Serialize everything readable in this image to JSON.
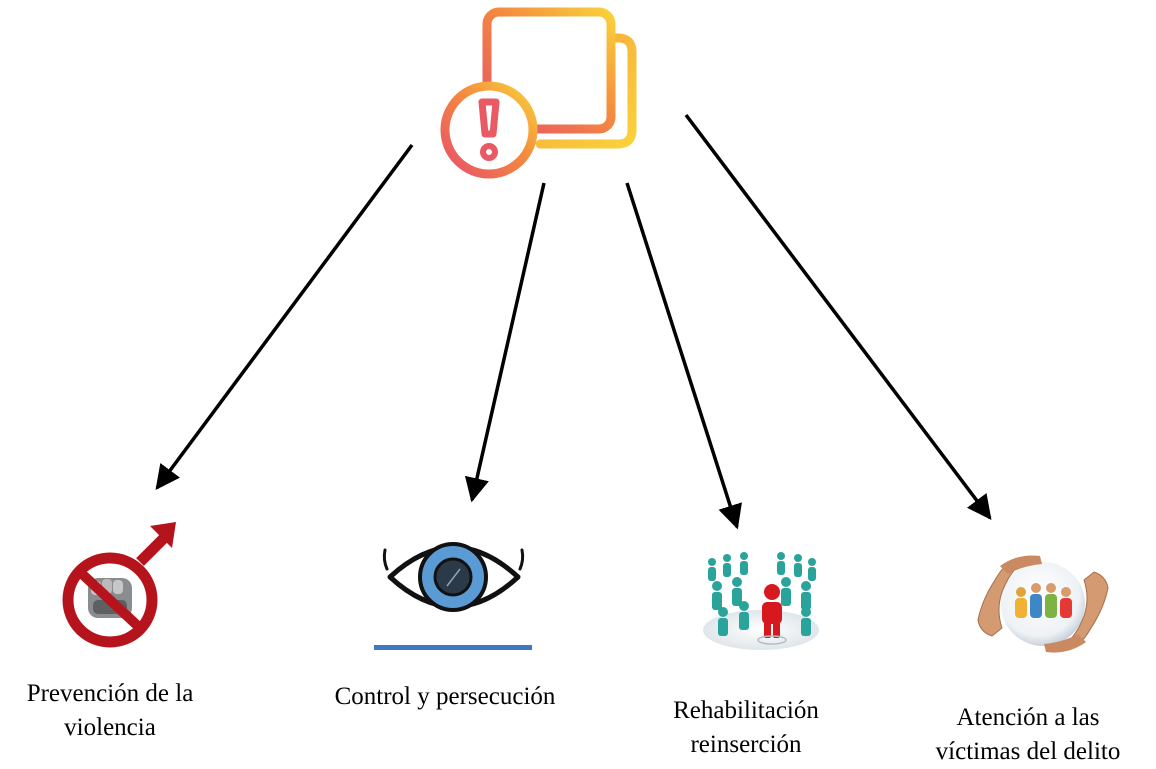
{
  "root": {
    "icon": "document-alert-icon"
  },
  "nodes": [
    {
      "id": "prevencion",
      "icon": "no-violence-icon",
      "label_lines": [
        "Prevención de la",
        "violencia"
      ]
    },
    {
      "id": "control",
      "icon": "eye-icon",
      "label_lines": [
        "Control y persecución"
      ]
    },
    {
      "id": "rehabilitacion",
      "icon": "people-crowd-icon",
      "label_lines": [
        "Rehabilitación",
        "reinserción"
      ]
    },
    {
      "id": "atencion",
      "icon": "caring-hands-family-icon",
      "label_lines": [
        "Atención a las",
        "víctimas del delito"
      ]
    }
  ],
  "colors": {
    "icon_gradient_start": "#e8506a",
    "icon_gradient_end": "#f9d23a",
    "arrow": "#000000",
    "prohibition_red": "#b5141c",
    "eye_iris": "#5b9bd5",
    "people_teal": "#2aa39b",
    "people_red": "#d7191f"
  }
}
